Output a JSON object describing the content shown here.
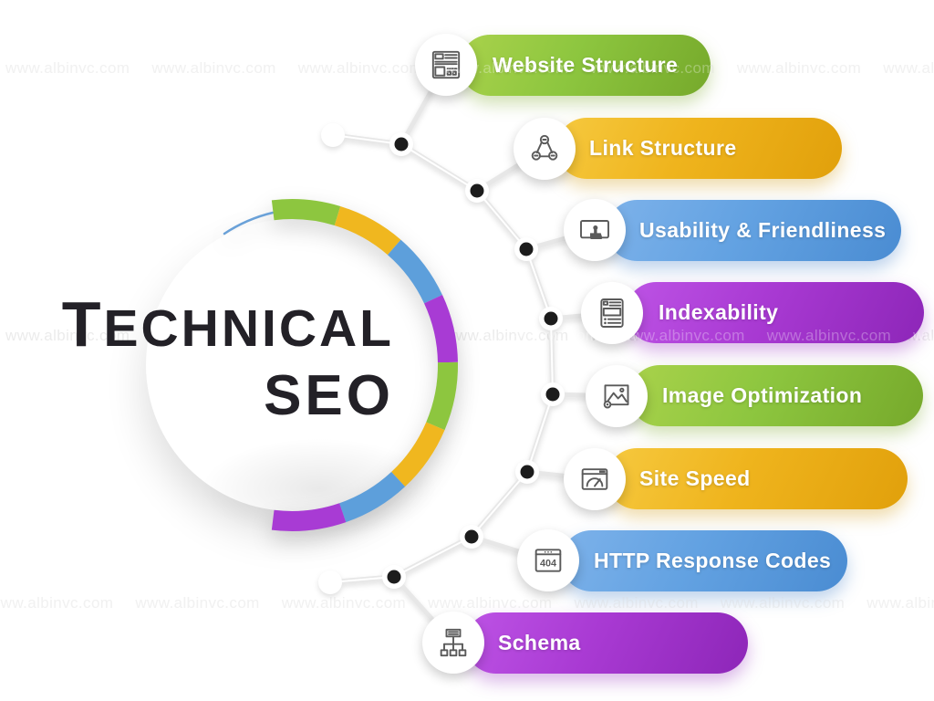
{
  "title": {
    "line1": "Technical",
    "line2": "SEO"
  },
  "watermark": {
    "text": "www.albinvc.com",
    "repeats": 8
  },
  "items": [
    {
      "label": "Website Structure",
      "color_theme": "green",
      "icon": "website-structure-icon"
    },
    {
      "label": "Link Structure",
      "color_theme": "yellow",
      "icon": "link-structure-icon"
    },
    {
      "label": "Usability & Friendliness",
      "color_theme": "blue",
      "icon": "usability-friendliness-icon"
    },
    {
      "label": "Indexability",
      "color_theme": "purple",
      "icon": "indexability-icon"
    },
    {
      "label": "Image Optimization",
      "color_theme": "green",
      "icon": "image-optimization-icon"
    },
    {
      "label": "Site Speed",
      "color_theme": "yellow",
      "icon": "site-speed-icon"
    },
    {
      "label": "HTTP Response Codes",
      "color_theme": "blue",
      "icon": "http-response-codes-icon",
      "icon_text": "404"
    },
    {
      "label": "Schema",
      "color_theme": "purple",
      "icon": "schema-icon"
    }
  ],
  "colors": {
    "green": "#8dc63f",
    "yellow": "#efb41d",
    "blue": "#63a2e2",
    "purple": "#a93ad3",
    "title_text": "#232127",
    "pill_text": "#ffffff",
    "icon_stroke": "#5a5a5a",
    "connector": "#e7e7e7",
    "node": "#1c1c1c"
  }
}
